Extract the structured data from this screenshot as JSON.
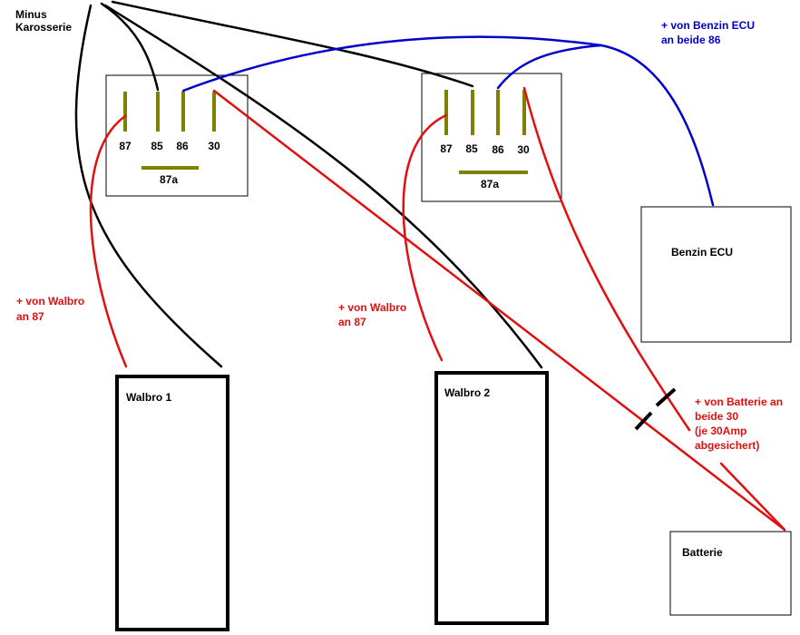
{
  "colors": {
    "ground_wire": "#000000",
    "ecu_wire": "#0000cc",
    "power_wire": "#e01010",
    "pin": "#808000",
    "label_red": "#e01010",
    "label_blue": "#0000cc",
    "label_black": "#000000"
  },
  "labels": {
    "ground_line1": "Minus",
    "ground_line2": "Karosserie",
    "ecu_note_line1": "+ von Benzin ECU",
    "ecu_note_line2": "an beide 86",
    "walbro1_note_line1": "+ von Walbro",
    "walbro1_note_line2": "an 87",
    "walbro2_note_line1": "+ von Walbro",
    "walbro2_note_line2": "an 87",
    "battery_note_line1": "+ von Batterie an",
    "battery_note_line2": "beide 30",
    "battery_note_line3": "(je 30Amp",
    "battery_note_line4": "abgesichert)"
  },
  "relay1": {
    "pins": [
      "87",
      "85",
      "86",
      "30"
    ],
    "pin_87a": "87a"
  },
  "relay2": {
    "pins": [
      "87",
      "85",
      "86",
      "30"
    ],
    "pin_87a": "87a"
  },
  "components": {
    "ecu": "Benzin ECU",
    "walbro1": "Walbro 1",
    "walbro2": "Walbro 2",
    "battery": "Batterie"
  }
}
